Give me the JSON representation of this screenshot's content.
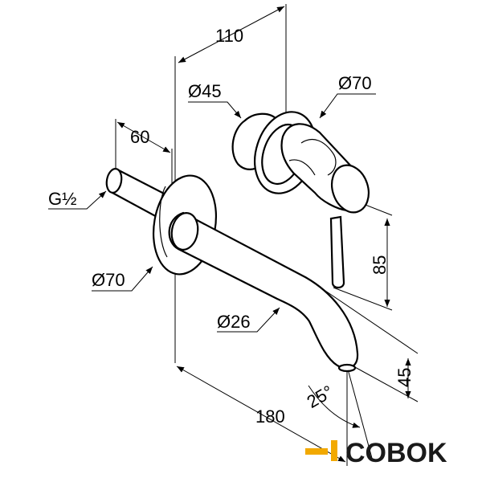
{
  "dimensions": {
    "top_span": "110",
    "stub_length": "60",
    "thread": "G½",
    "knob_small_diameter": "Ø45",
    "knob_diameter": "Ø70",
    "rosette_diameter": "Ø70",
    "spout_diameter": "Ø26",
    "lever_height": "85",
    "spout_drop": "45",
    "spout_angle": "25°",
    "spout_reach": "180"
  },
  "watermark": {
    "text": "COBOK",
    "color": "#1a1a1a",
    "accent": "#f2a900"
  }
}
